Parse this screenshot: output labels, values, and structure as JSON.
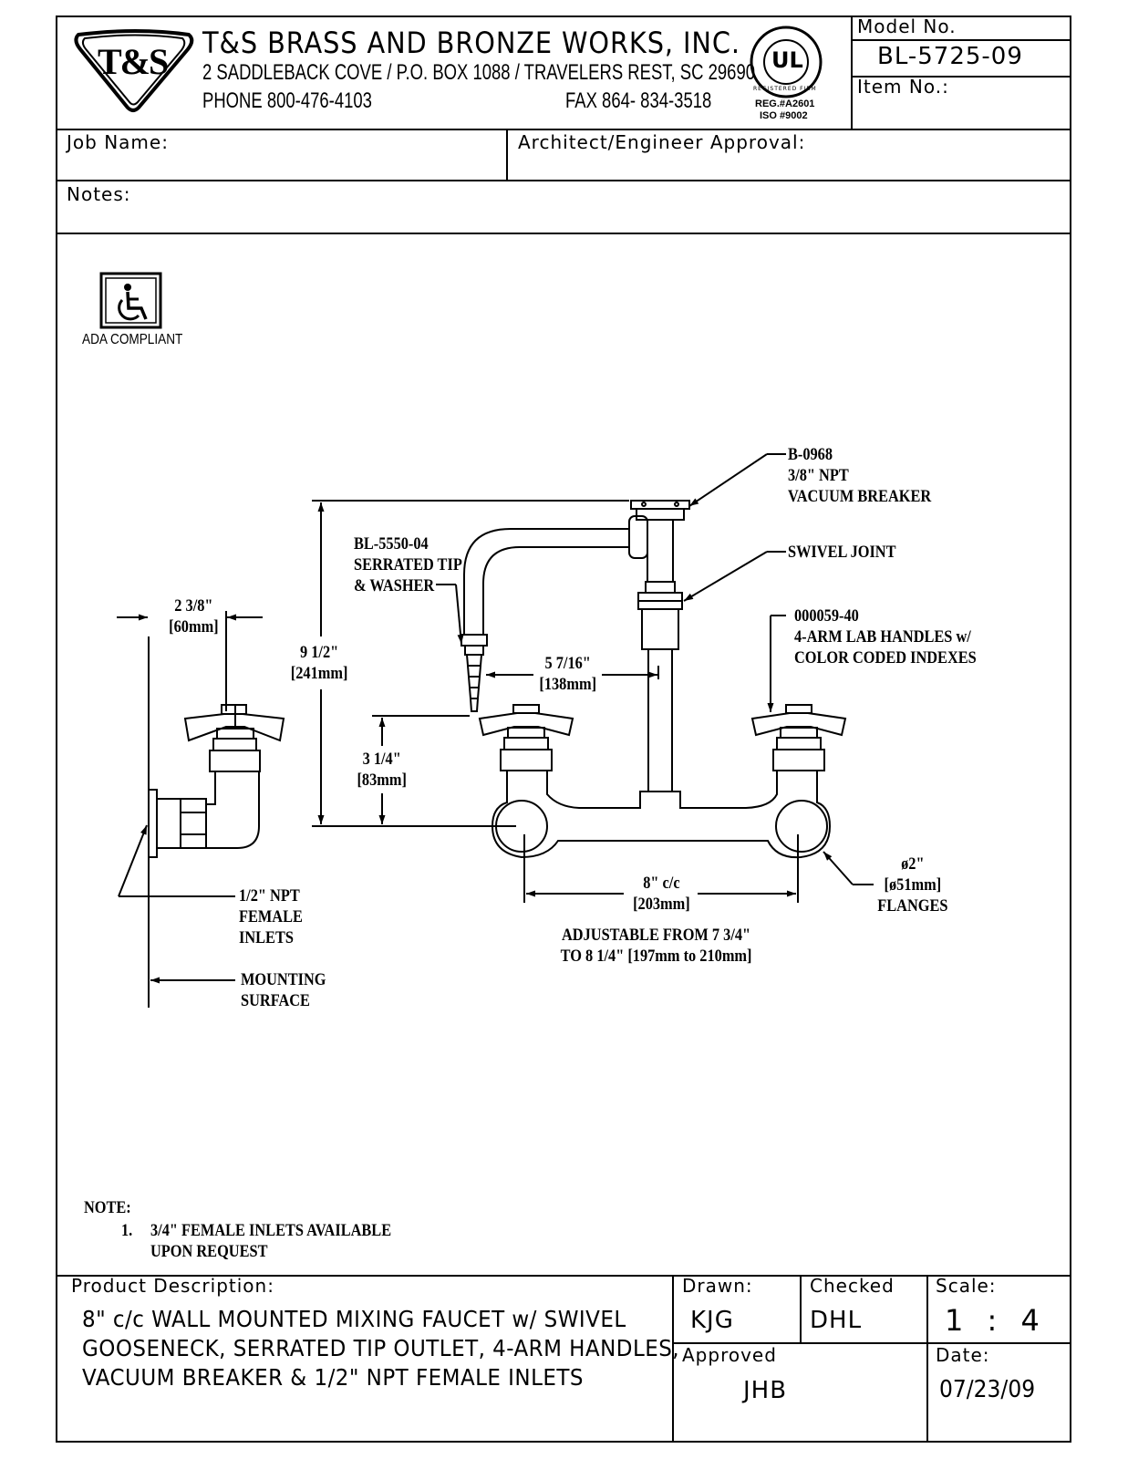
{
  "header": {
    "company_name": "T&S BRASS AND BRONZE WORKS, INC.",
    "address": "2 SADDLEBACK COVE / P.O. BOX 1088 / TRAVELERS REST, SC 29690",
    "phone": "PHONE 800-476-4103",
    "fax": "FAX  864- 834-3518",
    "logo_text": "T&S",
    "ul_mark": "UL",
    "ul_ring_text": "REGISTERED FIRM",
    "reg_line1": "REG.#A2601",
    "reg_line2": "ISO  #9002",
    "model_no_label": "Model  No.",
    "model_no": "BL-5725-09",
    "item_no_label": "Item  No.:"
  },
  "fields": {
    "job_name_label": "Job  Name:",
    "architect_label": "Architect/Engineer  Approval:",
    "notes_label": "Notes:"
  },
  "ada": {
    "label": "ADA COMPLIANT"
  },
  "callouts": {
    "vacuum_breaker": [
      "B-0968",
      "3/8\" NPT",
      "VACUUM  BREAKER"
    ],
    "serrated_tip": [
      "BL-5550-04",
      "SERRATED  TIP",
      "& WASHER"
    ],
    "swivel_joint": [
      "SWIVEL  JOINT"
    ],
    "handles": [
      "000059-40",
      "4-ARM  LAB  HANDLES  w/",
      "COLOR  CODED  INDEXES"
    ],
    "inlets": [
      "1/2\" NPT",
      "FEMALE",
      "INLETS"
    ],
    "mounting": [
      "MOUNTING",
      "SURFACE"
    ],
    "flanges": [
      "ø2\"",
      "[ø51mm]",
      "FLANGES"
    ]
  },
  "dimensions": {
    "side_width": [
      "2  3/8\"",
      "[60mm]"
    ],
    "height": [
      "9  1/2\"",
      "[241mm]"
    ],
    "reach": [
      "5  7/16\"",
      "[138mm]"
    ],
    "outlet_height": [
      "3  1/4\"",
      "[83mm]"
    ],
    "centers": [
      "8\"  c/c",
      "[203mm]"
    ],
    "adjustable": [
      "ADJUSTABLE  FROM  7  3/4\"",
      "TO  8  1/4\"  [197mm  to  210mm]"
    ]
  },
  "note": {
    "title": "NOTE:",
    "item_number": "1.",
    "lines": [
      "3/4\"  FEMALE  INLETS  AVAILABLE",
      "UPON  REQUEST"
    ]
  },
  "footer": {
    "product_description_label": "Product  Description:",
    "product_description": [
      "8\"  c/c  WALL  MOUNTED  MIXING  FAUCET  w/  SWIVEL",
      "GOOSENECK,  SERRATED  TIP  OUTLET,  4-ARM  HANDLES,",
      "VACUUM  BREAKER  &  1/2\"  NPT  FEMALE  INLETS"
    ],
    "drawn_label": "Drawn:",
    "drawn_value": "KJG",
    "checked_label": "Checked",
    "checked_value": "DHL",
    "scale_label": "Scale:",
    "scale_value": "1 : 4",
    "approved_label": "Approved",
    "approved_value": "JHB",
    "date_label": "Date:",
    "date_value": "07/23/09"
  }
}
